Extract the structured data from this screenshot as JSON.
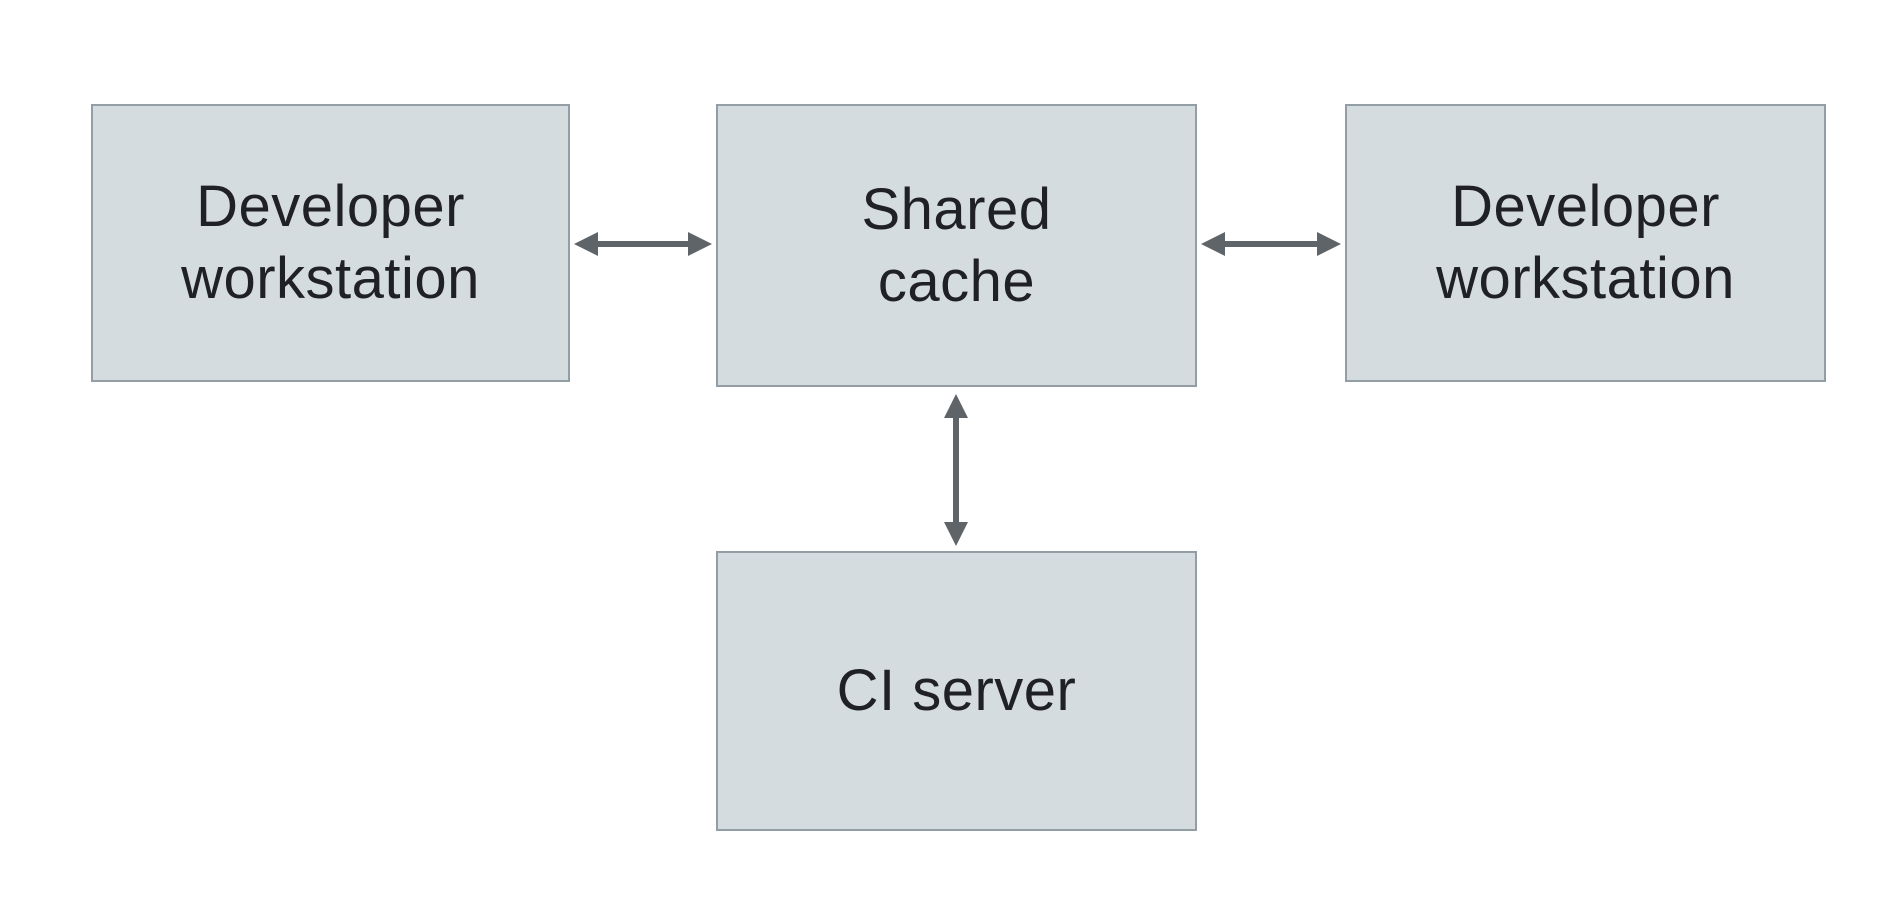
{
  "diagram": {
    "background": "#ffffff",
    "colors": {
      "node_fill": "#d4dce0",
      "node_border": "#939ea4",
      "arrow": "#5f6469",
      "text": "#202124"
    },
    "nodes": [
      {
        "id": "developer-workstation-left",
        "lines": [
          "Developer",
          "workstation"
        ]
      },
      {
        "id": "shared-cache",
        "lines": [
          "Shared",
          "cache"
        ]
      },
      {
        "id": "developer-workstation-right",
        "lines": [
          "Developer",
          "workstation"
        ]
      },
      {
        "id": "ci-server",
        "lines": [
          "CI server"
        ]
      }
    ],
    "edges": [
      {
        "from": "developer-workstation-left",
        "to": "shared-cache",
        "direction": "bidirectional",
        "orientation": "horizontal"
      },
      {
        "from": "shared-cache",
        "to": "developer-workstation-right",
        "direction": "bidirectional",
        "orientation": "horizontal"
      },
      {
        "from": "shared-cache",
        "to": "ci-server",
        "direction": "bidirectional",
        "orientation": "vertical"
      }
    ]
  }
}
